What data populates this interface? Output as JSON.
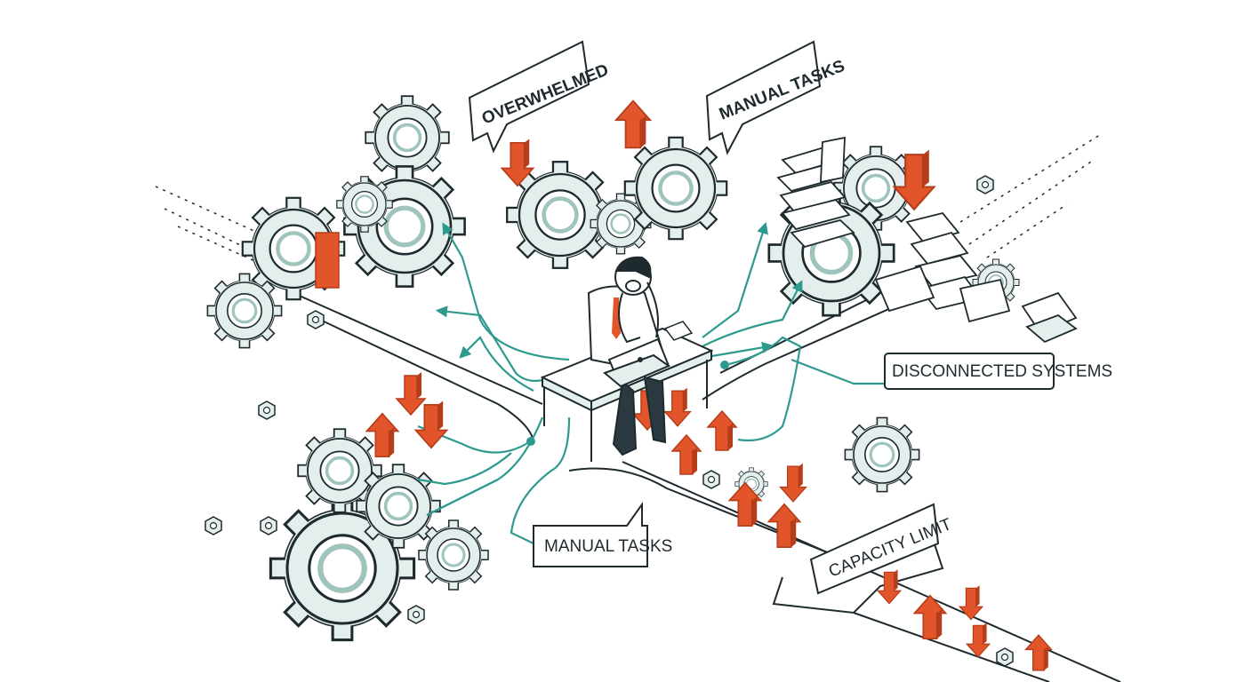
{
  "labels": {
    "overwhelmed": "OVERWHELMED",
    "manual_tasks_top": "MANUAL TASKS",
    "disconnected_systems": "DISCONNECTED SYSTEMS",
    "manual_tasks_bottom": "MANUAL TASKS",
    "capacity_limit": "CAPACITY LIMIT"
  },
  "colors": {
    "ink": "#1e2a2e",
    "teal": "#2e9a8e",
    "gear_fill": "#e4eeec",
    "gear_side": "#9fc4bd",
    "orange": "#e2552b",
    "orange_dark": "#b63d1a",
    "tie": "#e2552b"
  },
  "icons": [
    "gear-icon",
    "arrow-up-icon",
    "arrow-down-icon",
    "laptop-icon",
    "document-icon",
    "nut-icon"
  ]
}
